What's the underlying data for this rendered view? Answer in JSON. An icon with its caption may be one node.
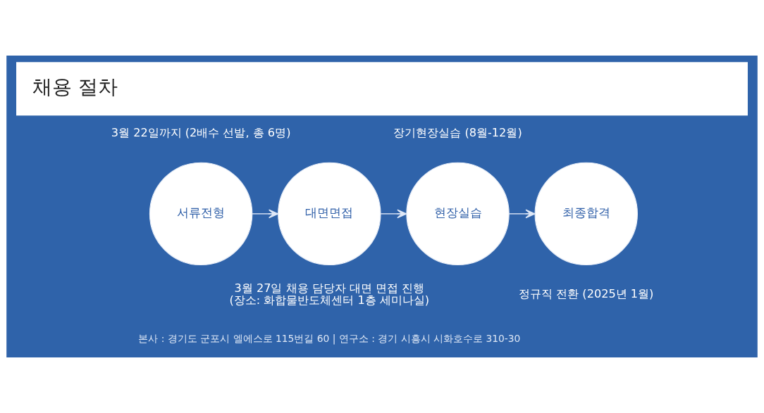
{
  "diagram": {
    "title": "채용 절차",
    "nodes": [
      {
        "text": [
          "서류전형"
        ],
        "beside": [
          "3월 22일까지 (2배수 선발, 총 6명)"
        ]
      },
      {
        "text": [
          "대면면접"
        ],
        "beside": [
          "3월 27일 채용 담당자 대면 면접 진행 (장소: 화합물반도체센터 1층 세미나실)"
        ]
      },
      {
        "text": [
          "현장실습"
        ],
        "beside": [
          "장기현장실습 (8월-12월)"
        ]
      },
      {
        "text": [
          "최종합격"
        ],
        "beside": [
          "정규직 전환 (2025년 1월)"
        ]
      }
    ],
    "edges": [
      {
        "from": 0,
        "to": 1,
        "arrow": "to"
      },
      {
        "from": 1,
        "to": 2,
        "arrow": "to"
      },
      {
        "from": 2,
        "to": 3,
        "arrow": "to"
      }
    ],
    "labels": [
      "본사 : 경기도 군포시 엘에스로 115번길 60 | 연구소 : 경기 시흥시 시화호수로 310-30"
    ]
  }
}
